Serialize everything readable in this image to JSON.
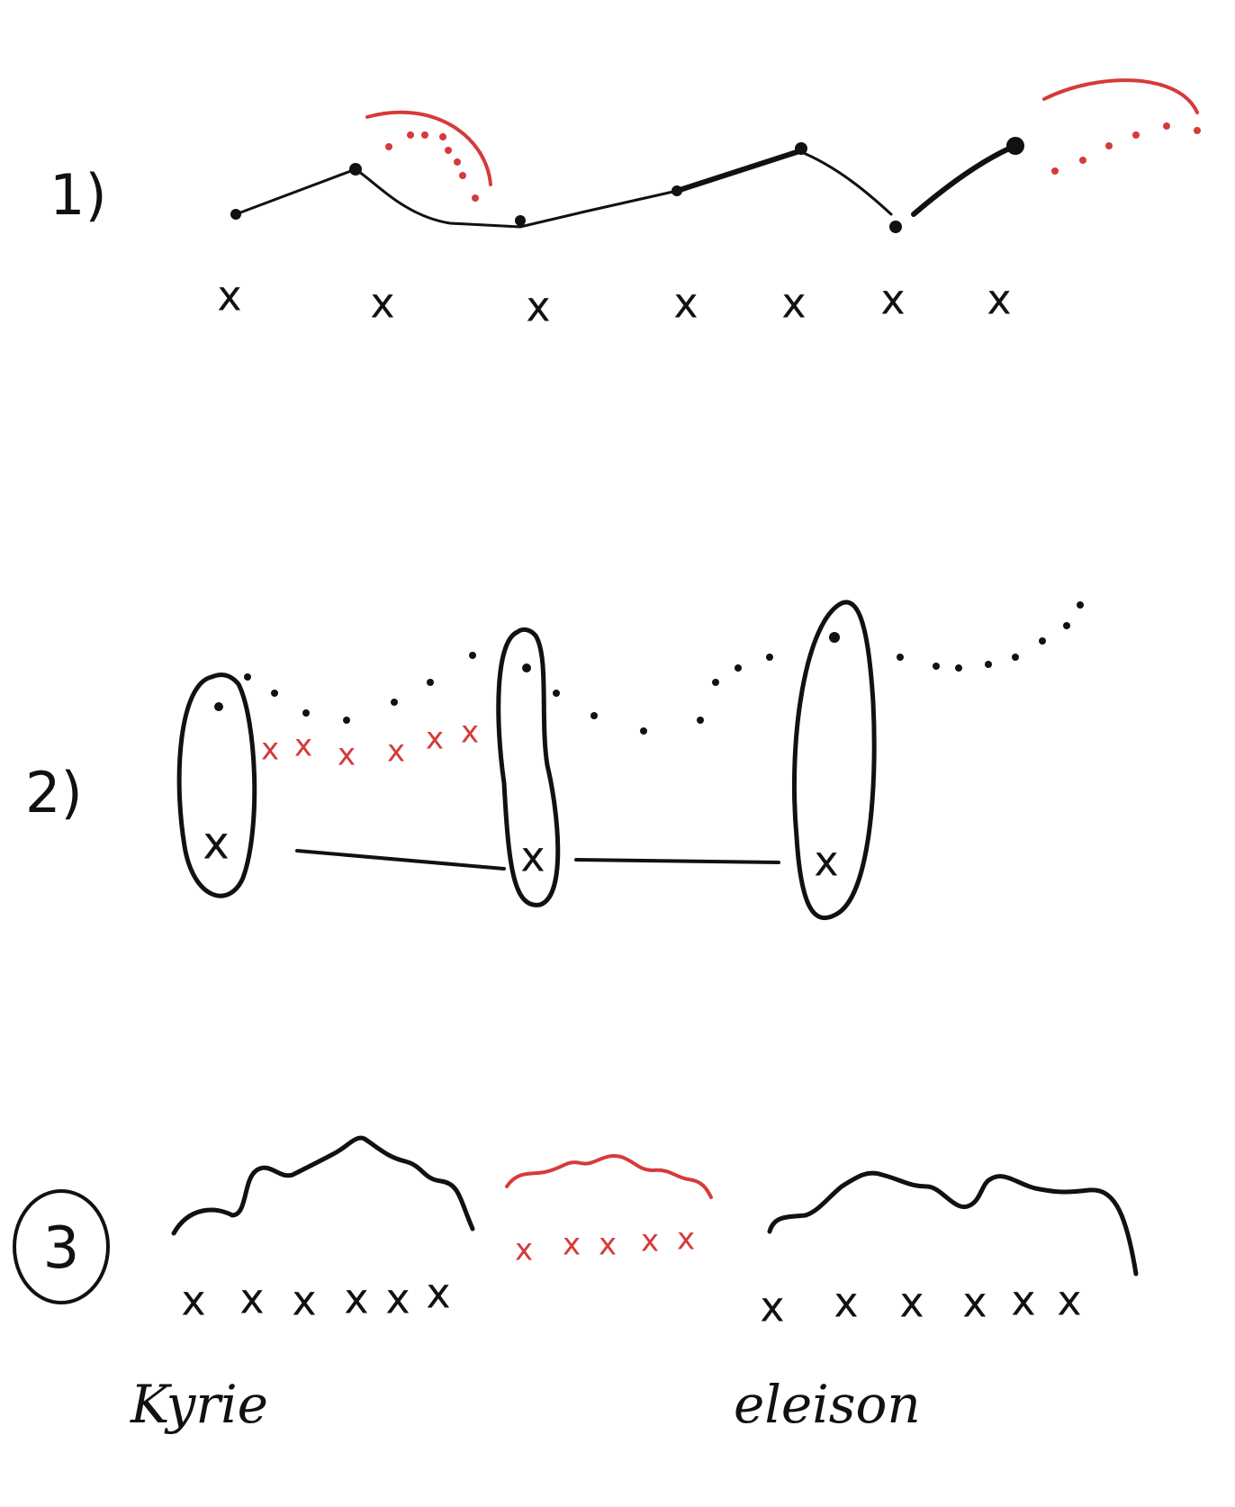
{
  "colors": {
    "ink": "#111111",
    "red": "#d63a3a"
  },
  "sections": [
    {
      "label": "1)"
    },
    {
      "label": "2)"
    },
    {
      "label": "3"
    }
  ],
  "x_glyph": "x",
  "lyrics": {
    "left": "Kyrie",
    "right": "eleison"
  }
}
